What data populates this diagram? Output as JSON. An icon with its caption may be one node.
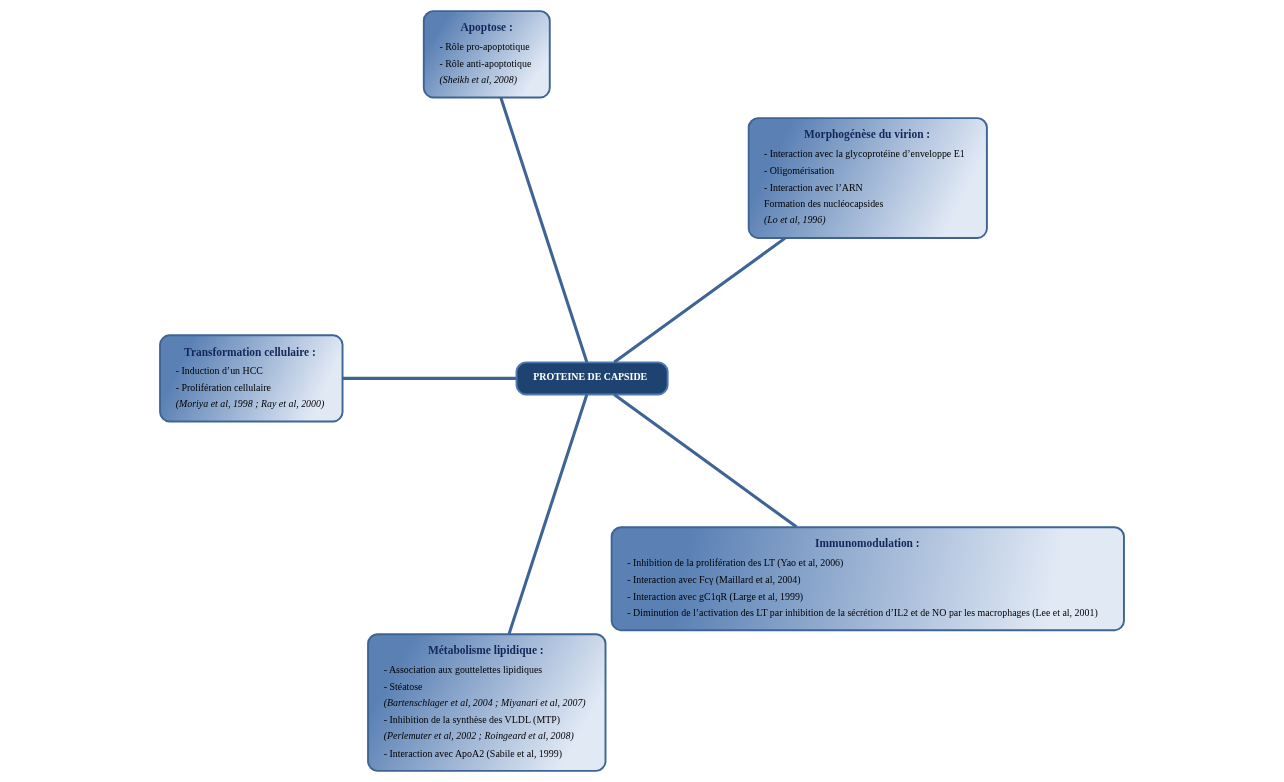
{
  "diagram": {
    "nodes": [
      {
        "text": [
          "Morphogénèse du virion :",
          "- Interaction avec la glycoprotéine d’enveloppe E1",
          "- Oligomérisation",
          "- Interaction avec l’ARN",
          "Formation des nucléocapsides",
          "(Lo et al, 1996)"
        ]
      },
      {
        "text": [
          "Apoptose :",
          "- Rôle pro-apoptotique",
          "- Rôle anti-apoptotique",
          "(Sheikh et al, 2008)"
        ]
      },
      {
        "text": [
          "Transformation cellulaire :",
          "- Induction d’un HCC",
          "- Prolifération cellulaire",
          "(Moriya et al, 1998 ; Ray et al, 2000)"
        ]
      },
      {
        "text": [
          "PROTEINE DE CAPSIDE"
        ]
      },
      {
        "text": [
          "Métabolisme lipidique :",
          "- Association aux gouttelettes lipidiques",
          "- Stéatose",
          "(Bartenschlager et al, 2004 ; Miyanari et al, 2007)",
          "- Inhibition de la synthèse des VLDL (MTP)",
          "(Perlemuter et al, 2002 ; Roingeard et al, 2008)",
          "- Interaction avec ApoA2 (Sabile et al, 1999)"
        ]
      },
      {
        "text": [
          "Immunomodulation :",
          "- Inhibition de la prolifération des LT (Yao et al, 2006)",
          "- Interaction avec Fcγ (Maillard et al, 2004)",
          "- Interaction avec gC1qR (Large et al, 1999)",
          "- Diminution de l’activation des LT par inhibition de la sécrétion d’IL2 et de NO par les macrophages (Lee et al, 2001)"
        ]
      }
    ],
    "edges": [
      {
        "from": 3,
        "to": 0,
        "arrow": "none"
      },
      {
        "from": 3,
        "to": 1,
        "arrow": "none"
      },
      {
        "from": 3,
        "to": 2,
        "arrow": "none"
      },
      {
        "from": 3,
        "to": 4,
        "arrow": "none"
      },
      {
        "from": 3,
        "to": 5,
        "arrow": "none"
      }
    ]
  }
}
